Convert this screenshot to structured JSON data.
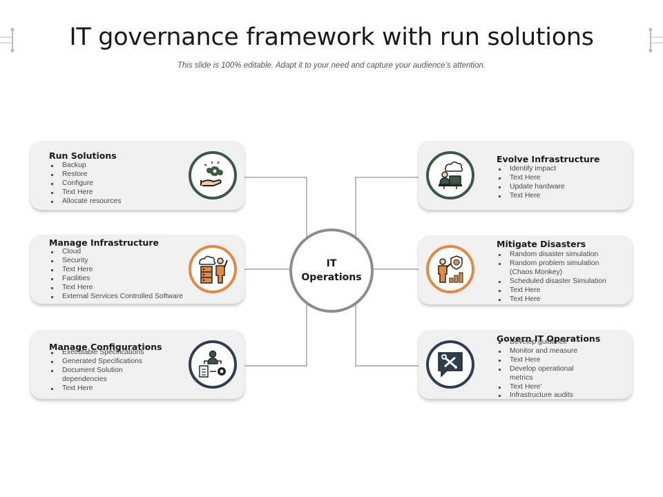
{
  "title": "IT governance framework with run solutions",
  "subtitle": "This slide is 100% editable. Adapt it to your need and capture your audience’s attention.",
  "hub": {
    "label": "IT\nOperations"
  },
  "colors": {
    "green": "#3b5a43",
    "orange": "#e08a45",
    "navy": "#2c3e50",
    "hub_border": "#8c8c8c",
    "card_bg": "#f0f0f0"
  },
  "cards": [
    {
      "id": "run-solutions",
      "title": "Run Solutions",
      "icon": "hand-gear-icon",
      "ring_color": "#3b5a43",
      "items": [
        "Backup",
        "Restore",
        "Configure",
        "Text Here",
        "Allocate resources"
      ]
    },
    {
      "id": "manage-infrastructure",
      "title": "Manage Infrastructure",
      "icon": "server-cloud-person-icon",
      "ring_color": "#e08a45",
      "items": [
        "Cloud",
        "Security",
        "Text Here",
        "Facilities",
        "Text Here",
        "External Services Controlled Software"
      ]
    },
    {
      "id": "manage-configurations",
      "title": "Manage Configurations",
      "icon": "person-document-gear-icon",
      "ring_color": "#2c3e50",
      "items": [
        "Executable Specifications",
        "Generated Specifications",
        "Document Solution dependencies",
        "Text Here"
      ]
    },
    {
      "id": "evolve-infrastructure",
      "title": "Evolve Infrastructure",
      "icon": "cloud-laptop-person-icon",
      "ring_color": "#3b5a43",
      "items": [
        "Identify impact",
        "Text Here",
        "Update hardware",
        "Text Here"
      ]
    },
    {
      "id": "mitigate-disasters",
      "title": "Mitigate Disasters",
      "icon": "person-shield-chart-icon",
      "ring_color": "#e08a45",
      "items": [
        "Random disaster simulation",
        "Random problem simulation (Chaos Monkey)",
        "Scheduled disaster Simulation",
        "Text Here",
        "Text Here"
      ]
    },
    {
      "id": "govern-it-operations",
      "title": "Govern IT Operations",
      "icon": "chat-tools-icon",
      "ring_color": "#2c3e50",
      "items": [
        "Develop guidance",
        "Monitor and measure",
        "Text Here",
        "Develop operational metrics",
        "Text Here'",
        "Infrastructure audits"
      ]
    }
  ]
}
